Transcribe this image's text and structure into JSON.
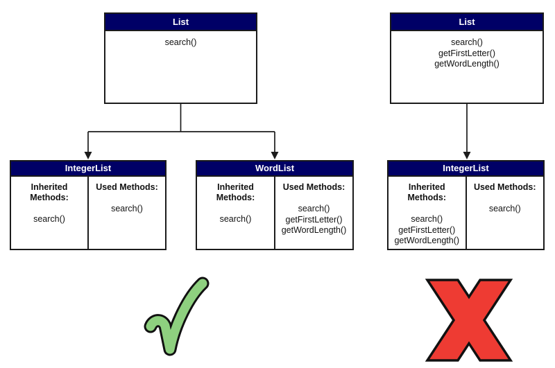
{
  "colors": {
    "header_bg": "#000066",
    "header_text": "#ffffff",
    "box_border": "#1b1b1b",
    "check_green": "#8ed07f",
    "check_outline": "#111111",
    "x_red": "#ee3b33",
    "x_outline": "#111111"
  },
  "left_diagram": {
    "parent": {
      "title": "List",
      "methods": [
        "search()"
      ]
    },
    "children": [
      {
        "title": "IntegerList",
        "columns": [
          {
            "label": "Inherited Methods:",
            "methods": [
              "search()"
            ]
          },
          {
            "label": "Used Methods:",
            "methods": [
              "search()"
            ]
          }
        ]
      },
      {
        "title": "WordList",
        "columns": [
          {
            "label": "Inherited Methods:",
            "methods": [
              "search()"
            ]
          },
          {
            "label": "Used Methods:",
            "methods": [
              "search()",
              "getFirstLetter()",
              "getWordLength()"
            ]
          }
        ]
      }
    ],
    "verdict": "correct"
  },
  "right_diagram": {
    "parent": {
      "title": "List",
      "methods": [
        "search()",
        "getFirstLetter()",
        "getWordLength()"
      ]
    },
    "children": [
      {
        "title": "IntegerList",
        "columns": [
          {
            "label": "Inherited Methods:",
            "methods": [
              "search()",
              "getFirstLetter()",
              "getWordLength()"
            ]
          },
          {
            "label": "Used Methods:",
            "methods": [
              "search()"
            ]
          }
        ]
      }
    ],
    "verdict": "incorrect"
  }
}
